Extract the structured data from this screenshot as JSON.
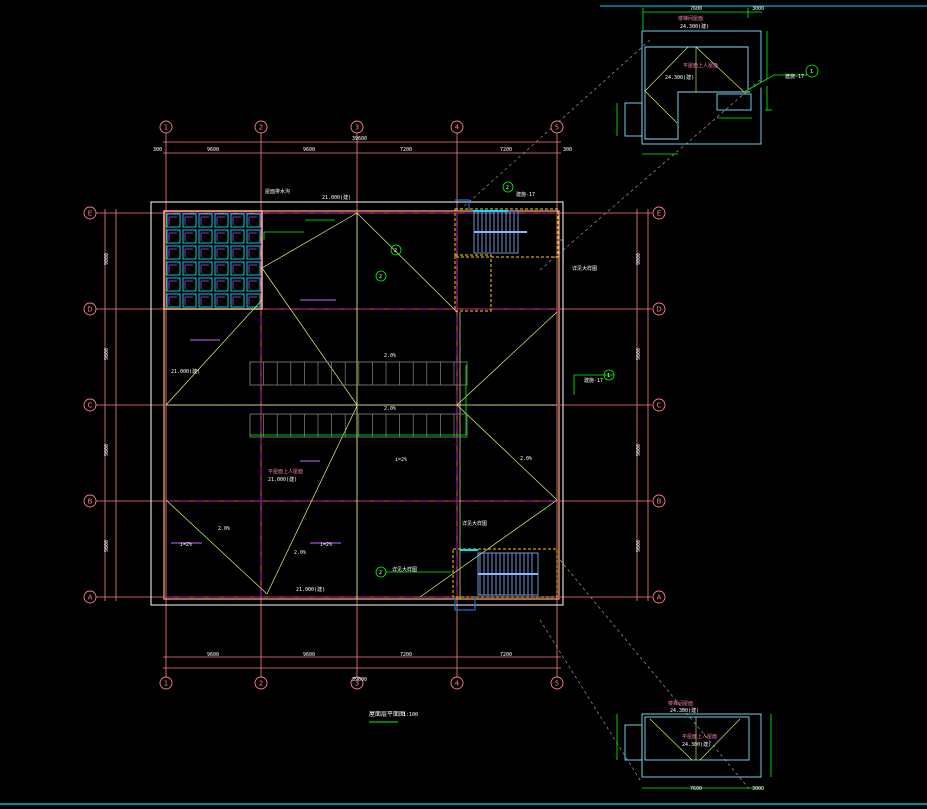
{
  "drawing": {
    "title": "屋面层平面图",
    "scale": "1:100",
    "grid_columns": [
      "1",
      "2",
      "3",
      "4",
      "5"
    ],
    "grid_rows": [
      "E",
      "D",
      "C",
      "B",
      "A"
    ],
    "top_total_dim": "39600",
    "bottom_total_dim": "39600",
    "bay_dims": [
      "9600",
      "9600",
      "7200",
      "7200"
    ],
    "row_dims": [
      "9000",
      "9000",
      "9000",
      "9000"
    ],
    "edge_dim": "300",
    "roof_elevation": "21.000(建)",
    "roof_slope_label": "2.0%",
    "drain_label": "i=2%",
    "main_roof_label": "平屋面上人屋面",
    "stair_roof_elev": "24.300(建)",
    "stair_roof_label": "楼梯间屋面",
    "note_top": "屋面排水沟",
    "note_mid": "详见大样图",
    "detail_ref_1": "1",
    "detail_ref_2": "2",
    "detail_sheet": "建施-17",
    "detail_top_dims": [
      "7600",
      "3000"
    ],
    "detail_bottom_dims": [
      "7600",
      "3000"
    ]
  },
  "colors": {
    "background": "#000000",
    "grid": "#ff8080",
    "wall": "#ffffff",
    "dim": "#00ff00",
    "accent": "#00ffff",
    "slope": "#d0ff80",
    "magenta": "#cc00cc"
  }
}
